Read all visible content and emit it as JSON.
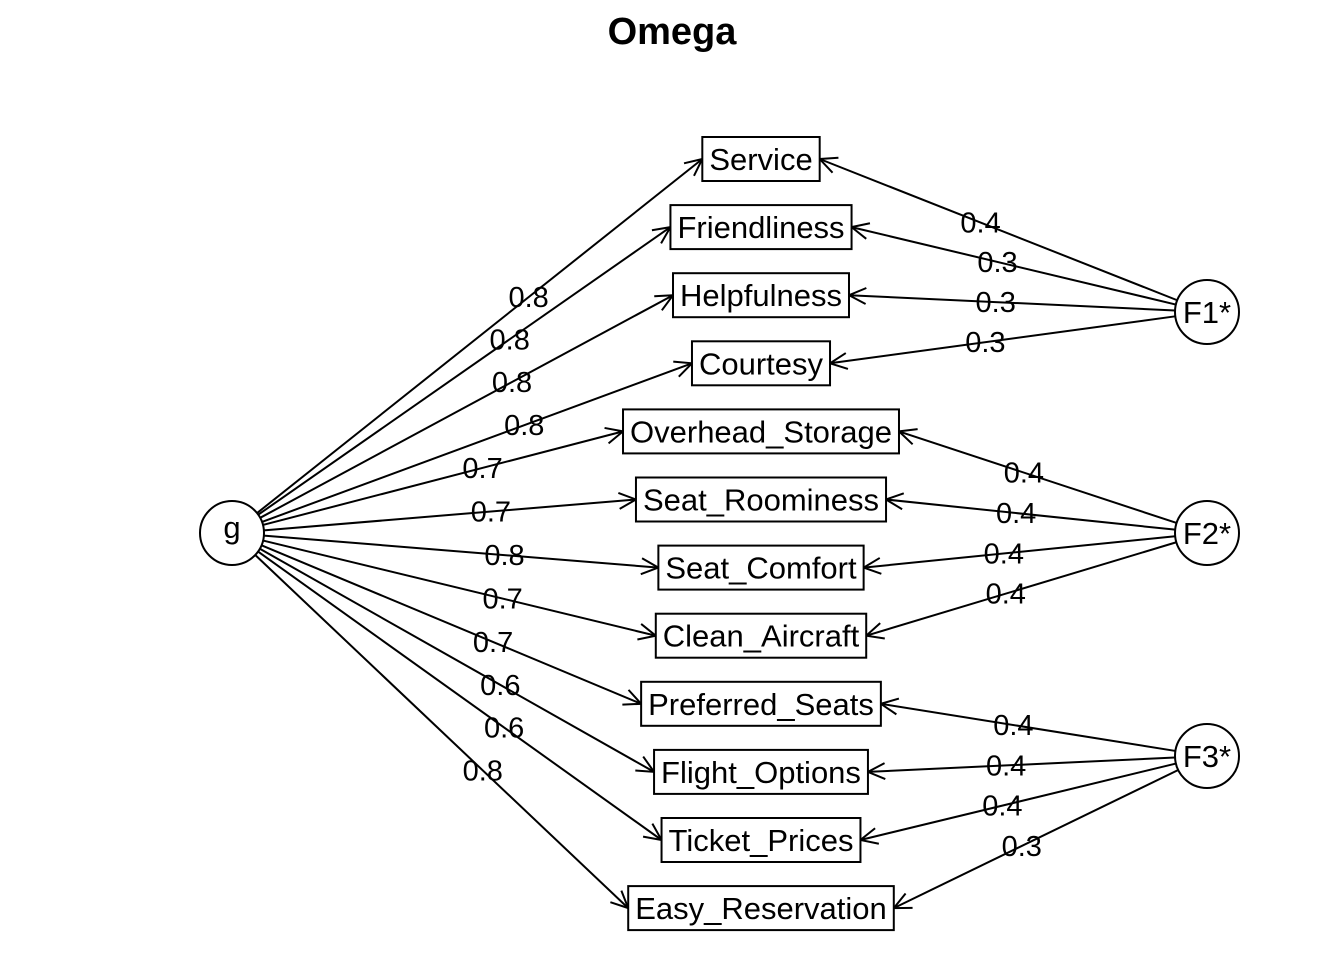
{
  "title": "Omega",
  "general_factor": {
    "label": "g"
  },
  "group_factors": [
    {
      "id": "F1",
      "label": "F1*"
    },
    {
      "id": "F2",
      "label": "F2*"
    },
    {
      "id": "F3",
      "label": "F3*"
    }
  ],
  "indicators": [
    {
      "label": "Service",
      "g_loading": "0.8",
      "factor": "F1",
      "f_loading": "0.4"
    },
    {
      "label": "Friendliness",
      "g_loading": "0.8",
      "factor": "F1",
      "f_loading": "0.3"
    },
    {
      "label": "Helpfulness",
      "g_loading": "0.8",
      "factor": "F1",
      "f_loading": "0.3"
    },
    {
      "label": "Courtesy",
      "g_loading": "0.8",
      "factor": "F1",
      "f_loading": "0.3"
    },
    {
      "label": "Overhead_Storage",
      "g_loading": "0.7",
      "factor": "F2",
      "f_loading": "0.4"
    },
    {
      "label": "Seat_Roominess",
      "g_loading": "0.7",
      "factor": "F2",
      "f_loading": "0.4"
    },
    {
      "label": "Seat_Comfort",
      "g_loading": "0.8",
      "factor": "F2",
      "f_loading": "0.4"
    },
    {
      "label": "Clean_Aircraft",
      "g_loading": "0.7",
      "factor": "F2",
      "f_loading": "0.4"
    },
    {
      "label": "Preferred_Seats",
      "g_loading": "0.7",
      "factor": "F3",
      "f_loading": "0.4"
    },
    {
      "label": "Flight_Options",
      "g_loading": "0.6",
      "factor": "F3",
      "f_loading": "0.4"
    },
    {
      "label": "Ticket_Prices",
      "g_loading": "0.6",
      "factor": "F3",
      "f_loading": "0.4"
    },
    {
      "label": "Easy_Reservation",
      "g_loading": "0.8",
      "factor": "F3",
      "f_loading": "0.3"
    }
  ]
}
